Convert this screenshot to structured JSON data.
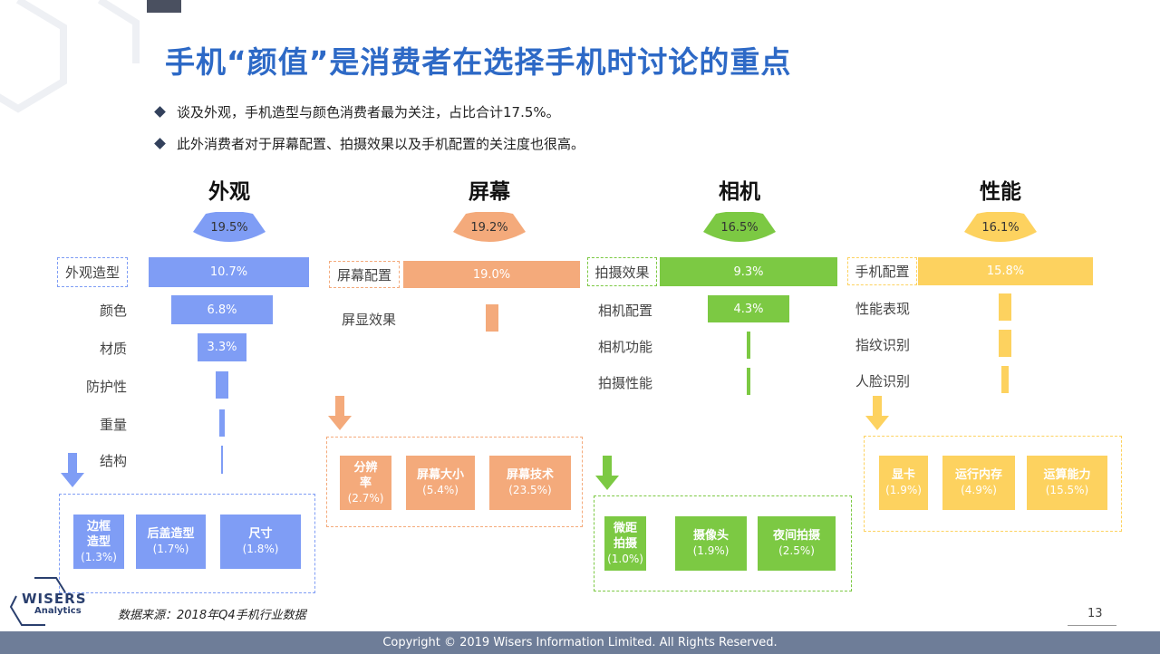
{
  "header": {
    "title": "手机“颜值”是消费者在选择手机时讨论的重点",
    "bullets": [
      "谈及外观，手机造型与颜色消费者最为关注，占比合计17.5%。",
      "此外消费者对于屏幕配置、拍摄效果以及手机配置的关注度也很高。"
    ]
  },
  "chart_data": {
    "type": "bar",
    "title": "手机讨论关注点分布",
    "panels": [
      {
        "title": "外观",
        "total": "19.5%",
        "color": "#7f9df5",
        "items": [
          {
            "label": "外观造型",
            "value": 10.7,
            "text": "10.7%"
          },
          {
            "label": "颜色",
            "value": 6.8,
            "text": "6.8%"
          },
          {
            "label": "材质",
            "value": 3.3,
            "text": "3.3%"
          },
          {
            "label": "防护性",
            "value": 0.8,
            "text": ""
          },
          {
            "label": "重量",
            "value": 0.35,
            "text": ""
          },
          {
            "label": "结构",
            "value": 0.15,
            "text": ""
          }
        ],
        "sub": [
          {
            "name": "边框\n造型",
            "pct": "(1.3%)"
          },
          {
            "name": "后盖造型",
            "pct": "(1.7%)"
          },
          {
            "name": "尺寸",
            "pct": "(1.8%)"
          }
        ]
      },
      {
        "title": "屏幕",
        "total": "19.2%",
        "color": "#f4aa7b",
        "items": [
          {
            "label": "屏幕配置",
            "value": 19.0,
            "text": "19.0%"
          },
          {
            "label": "屏显效果",
            "value": 1.4,
            "text": ""
          }
        ],
        "sub": [
          {
            "name": "分辨\n率",
            "pct": "(2.7%)"
          },
          {
            "name": "屏幕大小",
            "pct": "(5.4%)"
          },
          {
            "name": "屏幕技术",
            "pct": "(23.5%)"
          }
        ]
      },
      {
        "title": "相机",
        "total": "16.5%",
        "color": "#7cc943",
        "items": [
          {
            "label": "拍摄效果",
            "value": 9.3,
            "text": "9.3%"
          },
          {
            "label": "相机配置",
            "value": 4.3,
            "text": "4.3%"
          },
          {
            "label": "相机功能",
            "value": 0.2,
            "text": ""
          },
          {
            "label": "拍摄性能",
            "value": 0.15,
            "text": ""
          }
        ],
        "sub": [
          {
            "name": "微距\n拍摄",
            "pct": "(1.0%)"
          },
          {
            "name": "摄像头",
            "pct": "(1.9%)"
          },
          {
            "name": "夜间拍摄",
            "pct": "(2.5%)"
          }
        ]
      },
      {
        "title": "性能",
        "total": "16.1%",
        "color": "#fdd25f",
        "items": [
          {
            "label": "手机配置",
            "value": 15.8,
            "text": "15.8%"
          },
          {
            "label": "性能表现",
            "value": 1.2,
            "text": ""
          },
          {
            "label": "指纹识别",
            "value": 1.2,
            "text": ""
          },
          {
            "label": "人脸识别",
            "value": 0.7,
            "text": ""
          }
        ],
        "sub": [
          {
            "name": "显卡",
            "pct": "(1.9%)"
          },
          {
            "name": "运行内存",
            "pct": "(4.9%)"
          },
          {
            "name": "运算能力",
            "pct": "(15.5%)"
          }
        ]
      }
    ]
  },
  "source": "数据来源：2018年Q4手机行业数据",
  "page_number": "13",
  "logo": {
    "name": "WISERS",
    "sub": "Analytics"
  },
  "footer": "Copyright © 2019 Wisers Information Limited. All Rights Reserved."
}
